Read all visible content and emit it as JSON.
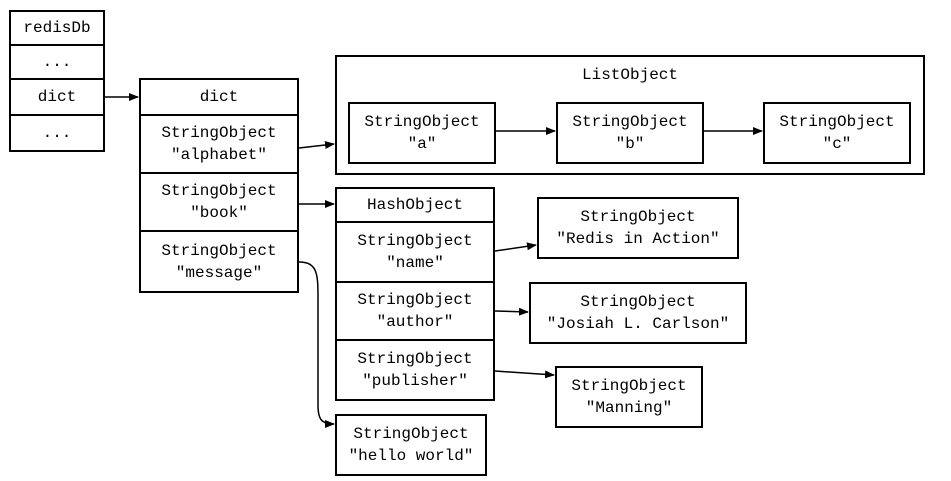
{
  "redis_db": {
    "cells": [
      "redisDb",
      "...",
      "dict",
      "..."
    ]
  },
  "dict": {
    "header": "dict",
    "entries": [
      {
        "type": "StringObject",
        "key": "\"alphabet\""
      },
      {
        "type": "StringObject",
        "key": "\"book\""
      },
      {
        "type": "StringObject",
        "key": "\"message\""
      }
    ]
  },
  "list_object": {
    "title": "ListObject",
    "items": [
      {
        "type": "StringObject",
        "value": "\"a\""
      },
      {
        "type": "StringObject",
        "value": "\"b\""
      },
      {
        "type": "StringObject",
        "value": "\"c\""
      }
    ]
  },
  "hash_object": {
    "header": "HashObject",
    "fields": [
      {
        "type": "StringObject",
        "key": "\"name\""
      },
      {
        "type": "StringObject",
        "key": "\"author\""
      },
      {
        "type": "StringObject",
        "key": "\"publisher\""
      }
    ]
  },
  "hash_values": [
    {
      "type": "StringObject",
      "value": "\"Redis in Action\""
    },
    {
      "type": "StringObject",
      "value": "\"Josiah L. Carlson\""
    },
    {
      "type": "StringObject",
      "value": "\"Manning\""
    }
  ],
  "message_value": {
    "type": "StringObject",
    "value": "\"hello world\""
  },
  "colors": {
    "stroke": "#000000",
    "background": "#ffffff"
  }
}
